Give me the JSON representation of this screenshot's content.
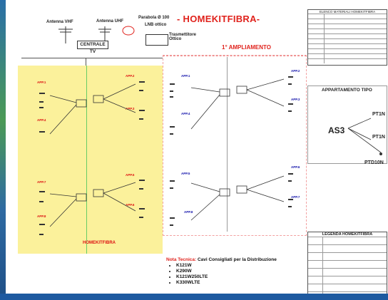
{
  "title": "- HOMEKITFIBRA-",
  "subtitle": "1° AMPLIAMENTO",
  "antenna_vhf": "Antenna VHF",
  "antenna_uhf": "Antenna UHF",
  "parabola": "Parabola  Ø 100",
  "lnb": "LNB ottico",
  "trasmettitore": "Trasmettitore Ottico",
  "centrale": "CENTRALE TV",
  "bottom_label": "HOMEKITFIBRA",
  "apartments_left": [
    "APP.1",
    "APP.2",
    "APP.3",
    "APP.4",
    "APP.5",
    "APP.6",
    "APP.7",
    "APP.8"
  ],
  "apartments_right": [
    "APP.1",
    "APP.2",
    "APP.3",
    "APP.4",
    "APP.5",
    "APP.6",
    "APP.7",
    "APP.8"
  ],
  "material_table": {
    "title": "ELENCO MATERIALI HOMEKITFIBRA",
    "rows": [
      [
        "",
        ""
      ],
      [
        "",
        ""
      ],
      [
        "",
        ""
      ],
      [
        "",
        ""
      ],
      [
        "",
        ""
      ],
      [
        "",
        ""
      ],
      [
        "",
        ""
      ],
      [
        "",
        ""
      ],
      [
        "",
        ""
      ],
      [
        "",
        ""
      ]
    ]
  },
  "apartment_type": {
    "title": "APPARTAMENTO TIPO",
    "as3": "AS3",
    "pt1n_a": "PT1N",
    "pt1n_b": "PT1N",
    "ptd10n": "PTD10N"
  },
  "legend": {
    "title": "LEGENDA HOMEKITFIBRA",
    "rows": [
      [
        "",
        ""
      ],
      [
        "",
        ""
      ],
      [
        "",
        ""
      ],
      [
        "",
        ""
      ],
      [
        "",
        ""
      ],
      [
        "",
        ""
      ],
      [
        "",
        ""
      ],
      [
        "",
        ""
      ],
      [
        "",
        ""
      ]
    ]
  },
  "nota": {
    "prefix": "Nota Tecnica:",
    "text": "Cavi Consigliati per la Distribuzione",
    "items": [
      "K121W",
      "K290W",
      "K121W250LTE",
      "K330WLTE"
    ]
  },
  "colors": {
    "red": "#e0221c",
    "yellow": "#fbf19b",
    "blue": "#11a"
  }
}
